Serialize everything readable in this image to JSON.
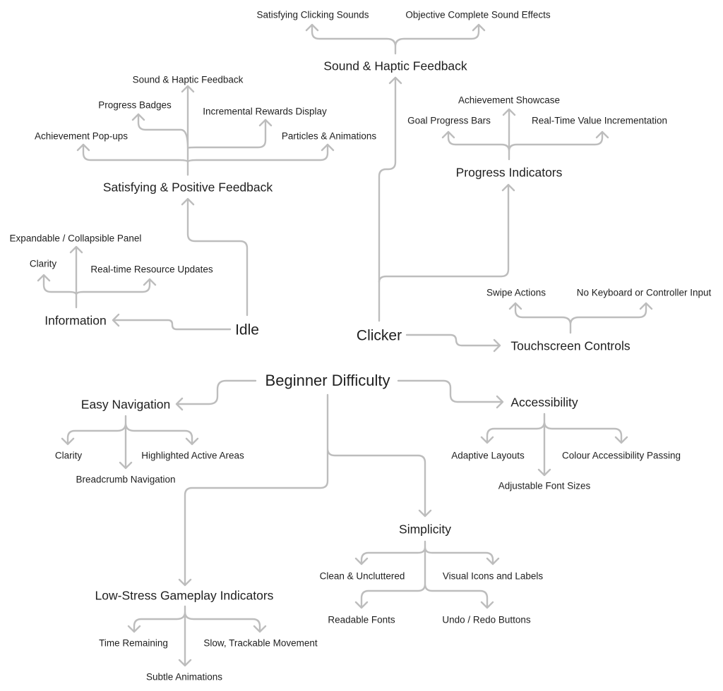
{
  "diagram": {
    "roots": {
      "idle": "Idle",
      "clicker": "Clicker",
      "beginner": "Beginner Difficulty"
    },
    "idle_branch": {
      "satisfying": {
        "title": "Satisfying & Positive Feedback",
        "items": [
          "Achievement Pop-ups",
          "Progress Badges",
          "Sound & Haptic Feedback",
          "Incremental Rewards Display",
          "Particles & Animations"
        ]
      },
      "information": {
        "title": "Information",
        "items": [
          "Clarity",
          "Expandable / Collapsible Panel",
          "Real-time Resource Updates"
        ]
      }
    },
    "clicker_branch": {
      "sound": {
        "title": "Sound & Haptic Feedback",
        "items": [
          "Satisfying Clicking Sounds",
          "Objective Complete Sound Effects"
        ]
      },
      "progress": {
        "title": "Progress Indicators",
        "items": [
          "Goal Progress Bars",
          "Achievement Showcase",
          "Real-Time Value Incrementation"
        ]
      },
      "touch": {
        "title": "Touchscreen Controls",
        "items": [
          "Swipe Actions",
          "No Keyboard or Controller Input"
        ]
      }
    },
    "beginner_branch": {
      "navigation": {
        "title": "Easy Navigation",
        "items": [
          "Clarity",
          "Breadcrumb Navigation",
          "Highlighted Active Areas"
        ]
      },
      "accessibility": {
        "title": "Accessibility",
        "items": [
          "Adaptive Layouts",
          "Adjustable Font Sizes",
          "Colour Accessibility Passing"
        ]
      },
      "simplicity": {
        "title": "Simplicity",
        "items": [
          "Clean & Uncluttered",
          "Visual Icons and Labels",
          "Readable Fonts",
          "Undo / Redo Buttons"
        ]
      },
      "lowstress": {
        "title": "Low-Stress Gameplay Indicators",
        "items": [
          "Time Remaining",
          "Subtle Animations",
          "Slow, Trackable Movement"
        ]
      }
    }
  },
  "colors": {
    "connector": "#bdbdbd",
    "text": "#1f1f1f",
    "background": "#ffffff"
  }
}
